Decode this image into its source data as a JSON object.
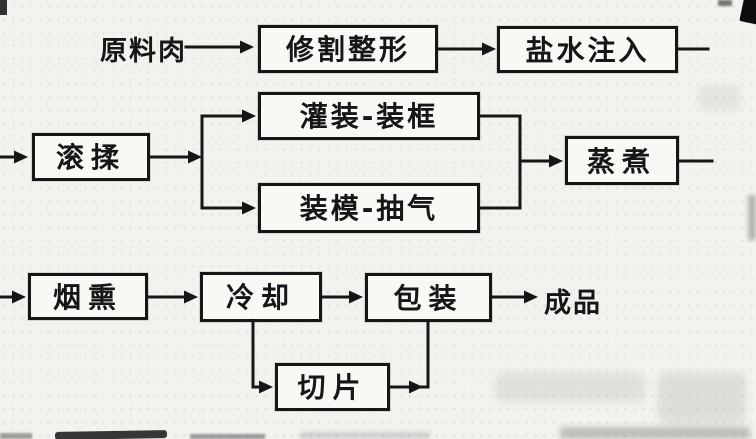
{
  "diagram": {
    "kind": "process-flowchart",
    "input_label": "原料肉",
    "output_label": "成品",
    "nodes": [
      {
        "id": "trim-shape",
        "label": "修割整形"
      },
      {
        "id": "brine-injection",
        "label": "盐水注入"
      },
      {
        "id": "tumbling",
        "label": "滚揉"
      },
      {
        "id": "filling-framing",
        "label": "灌装-装框"
      },
      {
        "id": "molding-vacuum",
        "label": "装模-抽气"
      },
      {
        "id": "cooking",
        "label": "蒸煮"
      },
      {
        "id": "smoking",
        "label": "烟熏"
      },
      {
        "id": "cooling",
        "label": "冷却"
      },
      {
        "id": "packaging",
        "label": "包装"
      },
      {
        "id": "slicing",
        "label": "切片"
      }
    ],
    "edges": [
      {
        "from": "原料肉",
        "to": "修割整形"
      },
      {
        "from": "修割整形",
        "to": "盐水注入"
      },
      {
        "from": "盐水注入",
        "to": "off-canvas-right"
      },
      {
        "from": "off-canvas-left",
        "to": "滚揉"
      },
      {
        "from": "滚揉",
        "to": "灌装-装框"
      },
      {
        "from": "滚揉",
        "to": "装模-抽气"
      },
      {
        "from": "灌装-装框",
        "to": "蒸煮"
      },
      {
        "from": "装模-抽气",
        "to": "蒸煮"
      },
      {
        "from": "蒸煮",
        "to": "off-canvas-right"
      },
      {
        "from": "off-canvas-left",
        "to": "烟熏"
      },
      {
        "from": "烟熏",
        "to": "冷却"
      },
      {
        "from": "冷却",
        "to": "包装"
      },
      {
        "from": "包装",
        "to": "成品"
      },
      {
        "from": "冷却",
        "to": "切片"
      },
      {
        "from": "切片",
        "to": "包装"
      }
    ],
    "colors": {
      "line": "#161616",
      "paper": "#f4f2ee"
    }
  }
}
